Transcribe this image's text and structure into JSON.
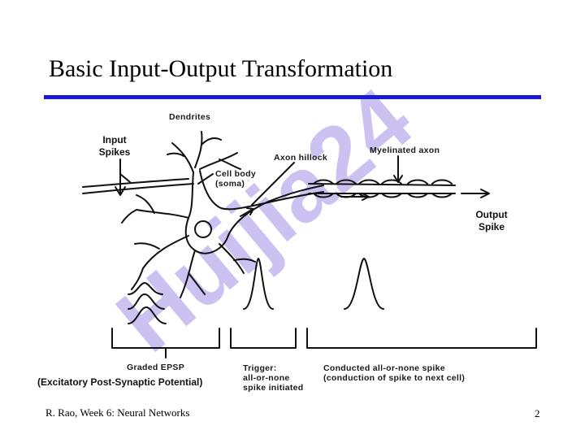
{
  "slide": {
    "title": "Basic Input-Output Transformation",
    "footer_left": "R. Rao, Week 6: Neural Networks",
    "page_number": "2",
    "accent_color": "#1a1ad6"
  },
  "watermark": {
    "text": "Huijia24",
    "color": "#c4b8f0"
  },
  "diagram": {
    "labels": {
      "dendrites": "Dendrites",
      "input_line1": "Input",
      "input_line2": "Spikes",
      "axon_hillock": "Axon hillock",
      "myelinated_axon": "Myelinated axon",
      "cell_body_line1": "Cell body",
      "cell_body_line2": "(soma)",
      "output_line1": "Output",
      "output_line2": "Spike",
      "graded_epsp": "Graded EPSP",
      "epsp_full": "(Excitatory Post-Synaptic Potential)",
      "trigger_line1": "Trigger:",
      "trigger_line2": "all-or-none",
      "trigger_line3": "spike initiated",
      "conducted_line1": "Conducted all-or-none spike",
      "conducted_line2": "(conduction of spike to next cell)"
    }
  }
}
